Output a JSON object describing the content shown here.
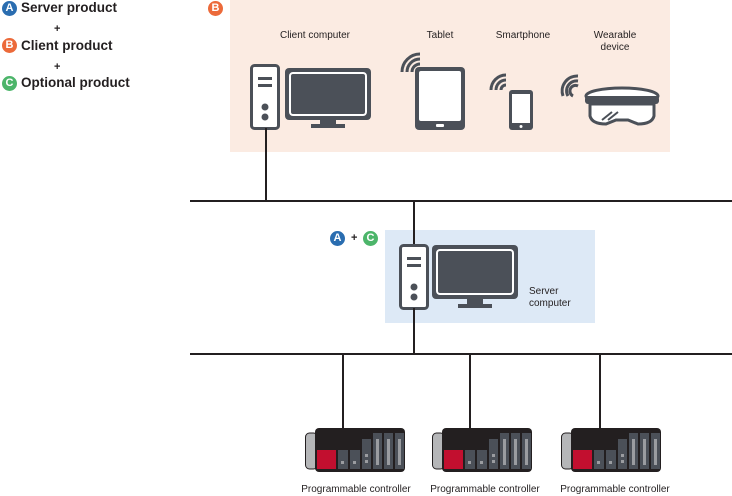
{
  "colors": {
    "badge_a": "#2a6db0",
    "badge_b": "#ec6a3a",
    "badge_c": "#4cb56a",
    "client_zone": "#fbebe2",
    "server_zone": "#dde9f6",
    "device_gray": "#4b5058",
    "plc_red": "#c20f2f"
  },
  "legend": {
    "items": [
      {
        "badge": "A",
        "label": "Server product"
      },
      {
        "badge": "B",
        "label": "Client product"
      },
      {
        "badge": "C",
        "label": "Optional product"
      }
    ],
    "plus": "+"
  },
  "client_zone": {
    "badge": "B",
    "devices": [
      {
        "label": "Client computer",
        "icon": "desktop-computer-icon"
      },
      {
        "label": "Tablet",
        "icon": "tablet-icon"
      },
      {
        "label": "Smartphone",
        "icon": "smartphone-icon"
      },
      {
        "label": "Wearable device",
        "icon": "smart-glasses-icon"
      }
    ]
  },
  "server_zone": {
    "badges": [
      "A",
      "C"
    ],
    "plus": "+",
    "label": "Server computer"
  },
  "controllers": [
    {
      "label": "Programmable controller"
    },
    {
      "label": "Programmable controller"
    },
    {
      "label": "Programmable controller"
    }
  ]
}
